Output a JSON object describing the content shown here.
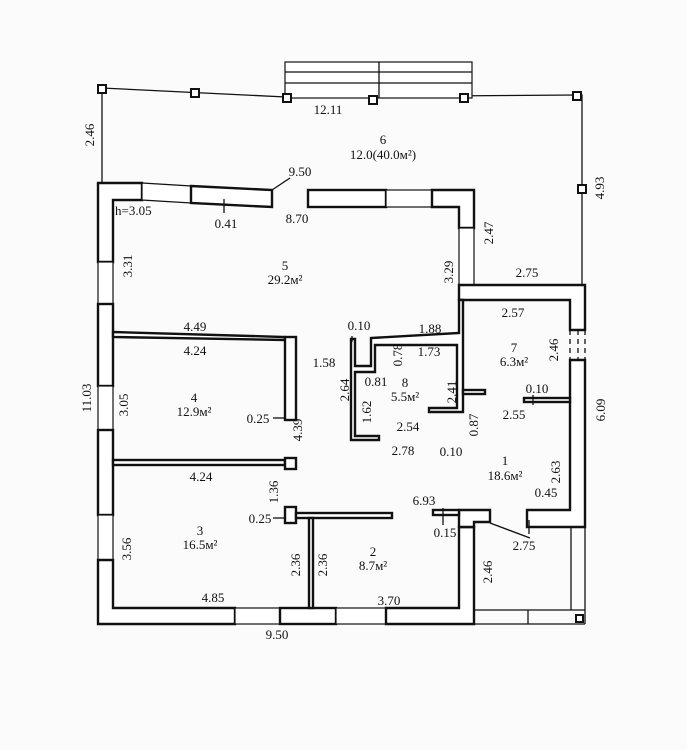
{
  "plan": {
    "ceiling_height": "h=3.05",
    "rooms": [
      {
        "number": "1",
        "area": "18.6м²"
      },
      {
        "number": "2",
        "area": "8.7м²"
      },
      {
        "number": "3",
        "area": "16.5м²"
      },
      {
        "number": "4",
        "area": "12.9м²"
      },
      {
        "number": "5",
        "area": "29.2м²"
      },
      {
        "number": "6",
        "area": "12.0(40.0м²)"
      },
      {
        "number": "7",
        "area": "6.3м²"
      },
      {
        "number": "8",
        "area": "5.5м²"
      }
    ],
    "dimensions": {
      "porch_top": "12.11",
      "porch_left": "2.46",
      "porch_right": "4.93",
      "facade_top": "9.50",
      "wall_thickness": "0.41",
      "room5_width": "8.70",
      "room5_right_upper": "2.47",
      "room5_right": "3.29",
      "room5_left": "3.31",
      "ext_right_top": "2.75",
      "room7_top": "2.57",
      "room7_height": "2.46",
      "total_right": "6.09",
      "total_left": "11.03",
      "room4_top_outer": "4.49",
      "room4_top": "4.24",
      "room4_left": "3.05",
      "room4_pillar": "0.25",
      "room4_depth": "4.39",
      "room4_bottom": "4.24",
      "corridor": "1.58",
      "bath_stub": "0.10",
      "bath_top_outer": "1.88",
      "bath_top": "1.73",
      "bath_offset": "0.78",
      "bath_inner": "0.81",
      "bath_left_outer": "2.64",
      "bath_left": "1.62",
      "bath_right": "2.41",
      "bath_bottom": "2.54",
      "bath_bottom_outer": "2.78",
      "bath_bottom_stub": "0.10",
      "bath_door": "0.87",
      "room7_stub": "0.10",
      "room7_bottom": "2.55",
      "room1_right": "2.63",
      "room1_stub": "0.45",
      "room1_length": "6.93",
      "room1_wall": "0.15",
      "entrance_diag": "2.75",
      "entrance_height": "2.46",
      "pillar_gap": "1.36",
      "room3_pillar": "0.25",
      "room3_right": "2.36",
      "room2_left": "2.36",
      "room3_left": "3.56",
      "room3_bottom": "4.85",
      "room2_bottom": "3.70",
      "facade_bottom": "9.50"
    }
  }
}
